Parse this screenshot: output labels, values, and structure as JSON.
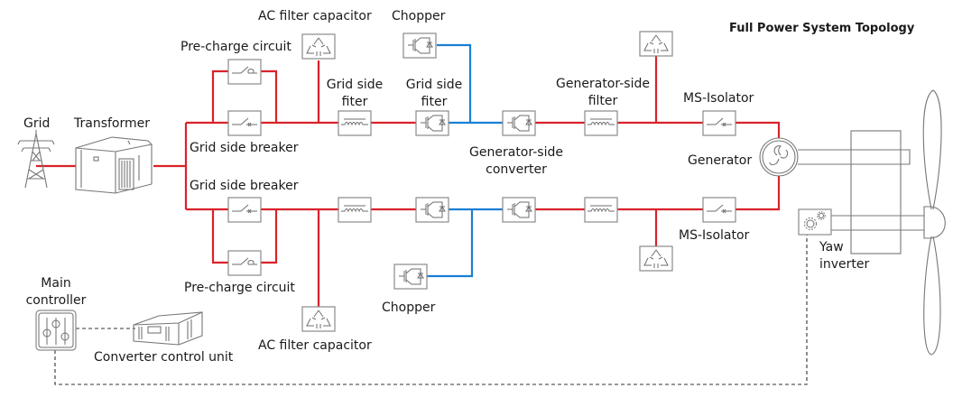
{
  "diagram": {
    "title": "Full Power System Topology",
    "colors": {
      "ac_line": "#d9222a",
      "dc_line": "#1a7fd4",
      "control_line": "#333333",
      "symbol": "#8a8a8a"
    },
    "labels": {
      "grid": "Grid",
      "transformer": "Transformer",
      "precharge_top": "Pre-charge circuit",
      "breaker_top": "Grid side breaker",
      "breaker_bottom": "Grid side breaker",
      "precharge_bottom": "Pre-charge circuit",
      "ac_cap_top": "AC filter capacitor",
      "ac_cap_bottom": "AC filter capacitor",
      "grid_filter_line1": "Grid side",
      "grid_filter_line2": "fiter",
      "grid_conv_line1": "Grid side",
      "grid_conv_line2": "fiter",
      "chopper_top": "Chopper",
      "chopper_bottom": "Chopper",
      "gen_conv_line1": "Generator-side",
      "gen_conv_line2": "converter",
      "gen_filter_line1": "Generator-side",
      "gen_filter_line2": "filter",
      "ms_isolator_top": "MS-Isolator",
      "ms_isolator_bottom": "MS-Isolator",
      "generator": "Generator",
      "yaw_line1": "Yaw",
      "yaw_line2": "inverter",
      "main_ctrl_line1": "Main",
      "main_ctrl_line2": "controller",
      "ccu": "Converter control unit"
    }
  }
}
